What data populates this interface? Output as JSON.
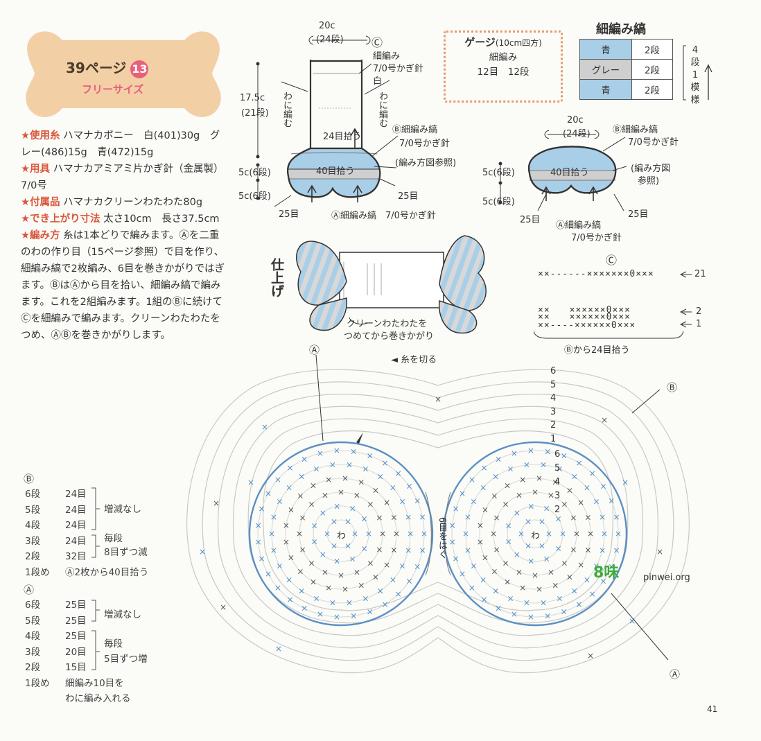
{
  "header": {
    "page_ref": "39ページ",
    "pattern_no": "13",
    "size": "フリーサイズ"
  },
  "spec": [
    {
      "key": "★使用糸",
      "text": "ハマナカボニー　白(401)30g　グレー(486)15g　青(472)15g"
    },
    {
      "key": "★用具",
      "text": "ハマナカアミアミ片かぎ針（金属製）7/0号"
    },
    {
      "key": "★付属品",
      "text": "ハマナカクリーンわたわた80g"
    },
    {
      "key": "★でき上がり寸法",
      "text": "太さ10cm　長さ37.5cm"
    },
    {
      "key": "★編み方",
      "text": "糸は1本どりで編みます。Ⓐを二重のわの作り目（15ページ参照）で目を作り、細編み縞で2枚編み、6目を巻きかがりではぎます。ⒷはⒶから目を拾い、細編み縞で編みます。これを2組編みます。1組のⒷに続けてⒸを細編みで編みます。クリーンわたわたをつめ、ⒶⒷを巻きかがりします。"
    }
  ],
  "gauge": {
    "title": "ゲージ",
    "unit": "(10cm四方)",
    "stitch": "細編み",
    "count": "12目　12段"
  },
  "stripes": {
    "title": "細編み縞",
    "rows": [
      {
        "color": "青",
        "rows": "2段",
        "hex": "#a9cfe8"
      },
      {
        "color": "グレー",
        "rows": "2段",
        "hex": "#cfcfcf"
      },
      {
        "color": "青",
        "rows": "2段",
        "hex": "#a9cfe8"
      }
    ],
    "repeat": "4段1模様"
  },
  "diagram_c": {
    "width": "20c",
    "width_rows": "(24段)",
    "label": "Ⓒ",
    "yarn": "細編み",
    "hook": "7/0号かぎ針",
    "color": "白",
    "height": "17.5c",
    "height_rows": "(21段)",
    "side_left": "わに編む",
    "side_right": "わに編む",
    "pickup": "24目拾う",
    "b_label": "Ⓑ細編み縞",
    "b_hook": "7/0号かぎ針",
    "b_mid": "40目拾う",
    "ref": "(編み方図参照)",
    "h5": "5c(6段)",
    "h5b": "5c(6段)",
    "n25l": "25目",
    "n25r": "25目",
    "a_label": "Ⓐ細編み縞　7/0号かぎ針"
  },
  "diagram_b": {
    "width": "20c",
    "width_rows": "(24段)",
    "b_label": "Ⓑ細編み縞",
    "b_hook": "7/0号かぎ針",
    "mid": "40目拾う",
    "ref1": "(編み方図",
    "ref2": "参照)",
    "h5": "5c(6段)",
    "h5b": "5c(6段)",
    "n25l": "25目",
    "n25r": "25目",
    "a_label": "Ⓐ細編み縞",
    "a_hook": "7/0号かぎ針"
  },
  "finish": {
    "title": "仕上げ",
    "note1": "クリーンわたわたを",
    "note2": "つめてから巻きかがり"
  },
  "chart_c": {
    "label": "Ⓒ",
    "row21": "××------×××××××0×××",
    "row2": "××　　××××××0×××",
    "row1": "××　　××××××0×××",
    "row0": "××----××××××0×××",
    "n21": "21",
    "n2": "2",
    "n1": "1",
    "pickup": "Ⓑから24目拾う"
  },
  "chart_main": {
    "a_top": "Ⓐ",
    "a_bottom": "Ⓐ",
    "b_label": "Ⓑ",
    "cut": "◄ 糸を切る",
    "join": "6目をはぐ",
    "ring": "わ",
    "b_rows": [
      "6",
      "5",
      "4",
      "3",
      "2",
      "1"
    ],
    "a_rows": [
      "6",
      "5",
      "4",
      "3",
      "2"
    ]
  },
  "legend_b": {
    "label": "Ⓑ",
    "rows": [
      {
        "row": "6段",
        "count": "24目"
      },
      {
        "row": "5段",
        "count": "24目"
      },
      {
        "row": "4段",
        "count": "24目"
      },
      {
        "row": "3段",
        "count": "24目"
      },
      {
        "row": "2段",
        "count": "32目"
      },
      {
        "row": "1段め",
        "count": "Ⓐ2枚から40目拾う"
      }
    ],
    "note1": "増減なし",
    "note2": "毎段",
    "note3": "8目ずつ減"
  },
  "legend_a": {
    "label": "Ⓐ",
    "rows": [
      {
        "row": "6段",
        "count": "25目"
      },
      {
        "row": "5段",
        "count": "25目"
      },
      {
        "row": "4段",
        "count": "25目"
      },
      {
        "row": "3段",
        "count": "20目"
      },
      {
        "row": "2段",
        "count": "15目"
      },
      {
        "row": "1段め",
        "count": "細編み10目を"
      }
    ],
    "last_line2": "わに編み入れる",
    "note1": "増減なし",
    "note2": "毎段",
    "note3": "5目ずつ増"
  },
  "watermark": "pinwei.org",
  "page_number": "41"
}
